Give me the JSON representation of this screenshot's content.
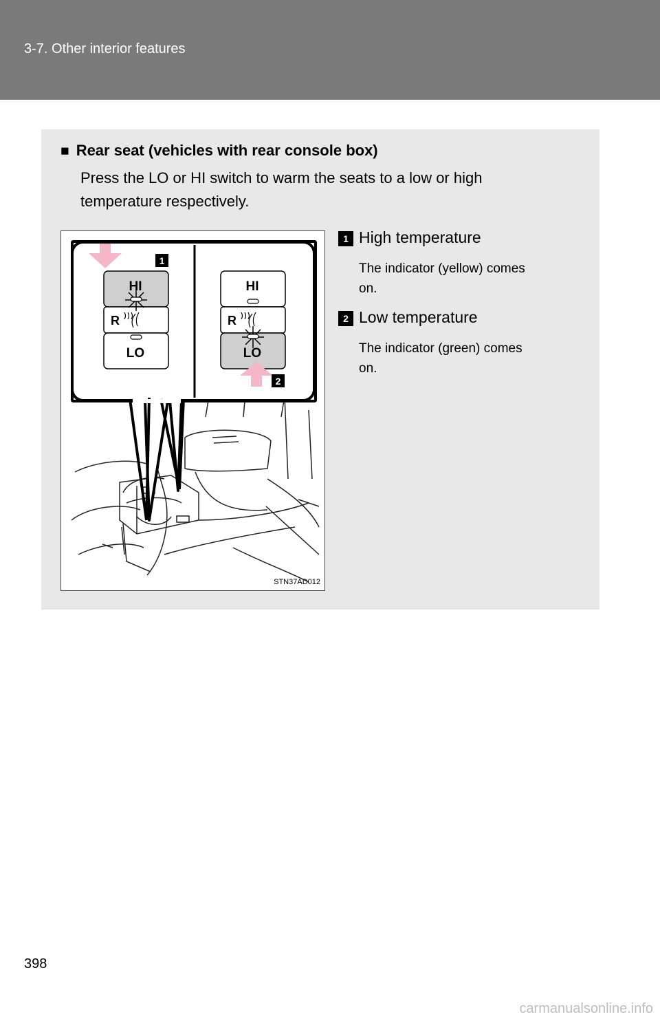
{
  "header": {
    "title": "3-7. Other interior features"
  },
  "section": {
    "bullet": "■",
    "heading": "Rear seat (vehicles with rear console box)",
    "body_line1": "Press the LO or HI switch to warm the seats to a low or high",
    "body_line2": "temperature respectively."
  },
  "figure": {
    "code": "STN37AD012",
    "callout_1": "1",
    "callout_2": "2",
    "left_switch": {
      "hi": "HI",
      "r": "R",
      "lo": "LO"
    },
    "right_switch": {
      "hi": "HI",
      "r": "R",
      "lo": "LO"
    }
  },
  "items": [
    {
      "badge": "1",
      "title": "High temperature",
      "desc_line1": "The indicator (yellow) comes",
      "desc_line2": "on."
    },
    {
      "badge": "2",
      "title": "Low temperature",
      "desc_line1": "The indicator (green) comes",
      "desc_line2": "on."
    }
  ],
  "footer": {
    "page_number": "398",
    "watermark": "carmanualsonline.info"
  }
}
